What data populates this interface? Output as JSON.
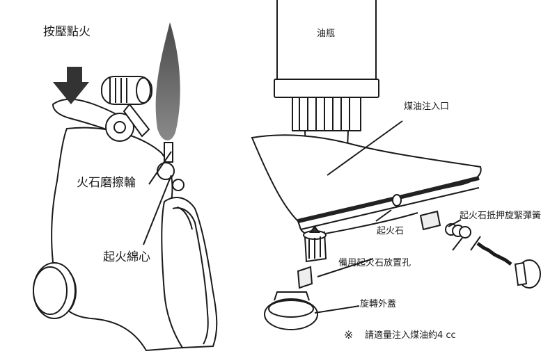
{
  "labels": {
    "press_ignite": "按壓點火",
    "flint_wheel": "火石磨擦輪",
    "wick": "起火綿心",
    "fuel_bottle": "油瓶",
    "fuel_inlet": "煤油注入口",
    "flint": "起火石",
    "spring": "起火石抵押旋緊彈簧",
    "spare_flint_hole": "備用起火石放置孔",
    "screw_cap": "旋轉外蓋",
    "note_mark": "※",
    "note": "請適量注入煤油約4 cc"
  }
}
